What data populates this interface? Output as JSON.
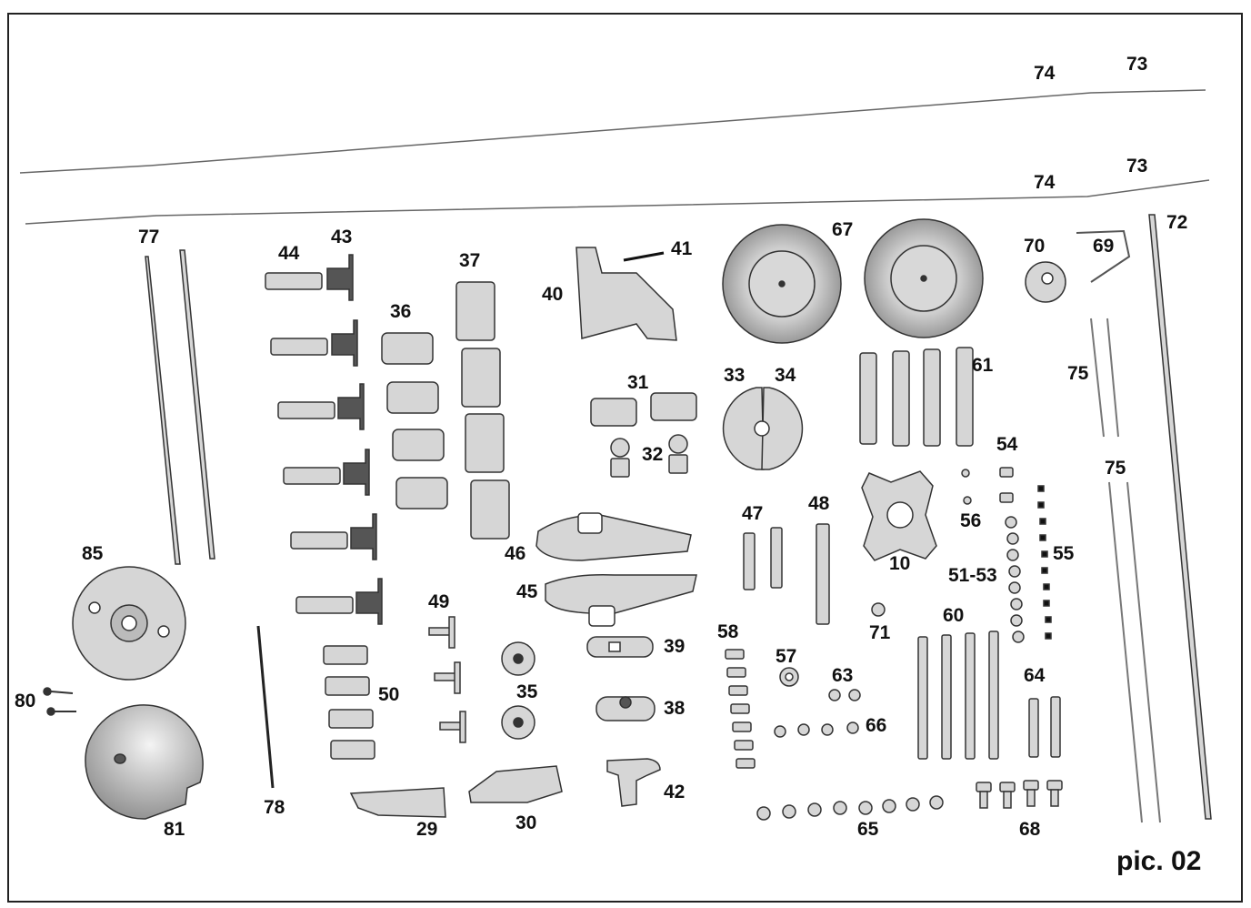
{
  "caption": "pic. 02",
  "labels": {
    "l74a": "74",
    "l73a": "73",
    "l74b": "74",
    "l73b": "73",
    "l77": "77",
    "l44": "44",
    "l43": "43",
    "l37": "37",
    "l41": "41",
    "l40": "40",
    "l67": "67",
    "l70": "70",
    "l69": "69",
    "l72": "72",
    "l36": "36",
    "l31": "31",
    "l33": "33",
    "l34": "34",
    "l61": "61",
    "l75a": "75",
    "l32": "32",
    "l54": "54",
    "l75b": "75",
    "l47": "47",
    "l48": "48",
    "l56": "56",
    "l85": "85",
    "l46": "46",
    "l55": "55",
    "l10": "10",
    "l5153": "51-53",
    "l45": "45",
    "l49": "49",
    "l71": "71",
    "l60": "60",
    "l58": "58",
    "l39": "39",
    "l57": "57",
    "l63": "63",
    "l64": "64",
    "l80": "80",
    "l50": "50",
    "l35": "35",
    "l66": "66",
    "l38": "38",
    "l78": "78",
    "l42": "42",
    "l81": "81",
    "l29": "29",
    "l30": "30",
    "l65": "65",
    "l68": "68"
  },
  "colors": {
    "part_fill": "#d6d6d6",
    "part_stroke": "#333333",
    "ink": "#111111"
  }
}
